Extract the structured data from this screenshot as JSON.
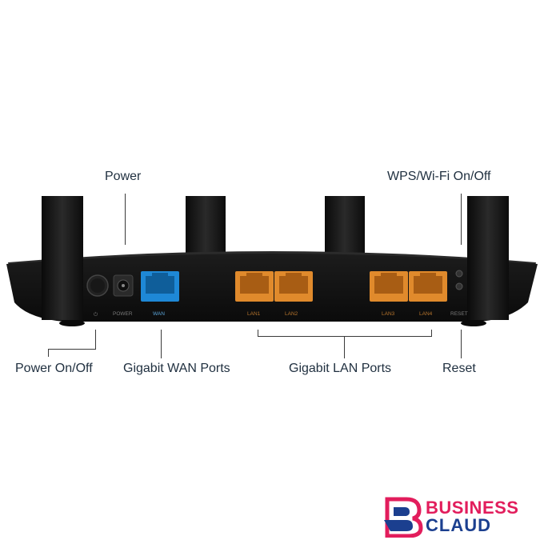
{
  "callouts": {
    "power": "Power",
    "wps_wifi": "WPS/Wi-Fi On/Off",
    "power_onoff": "Power On/Off",
    "gigabit_wan": "Gigabit WAN Ports",
    "gigabit_lan": "Gigabit LAN Ports",
    "reset": "Reset"
  },
  "port_labels": {
    "power_symbol": "⏻",
    "power": "POWER",
    "wan": "WAN",
    "lan1": "LAN1",
    "lan2": "LAN2",
    "lan3": "LAN3",
    "lan4": "LAN4",
    "reset": "RESET"
  },
  "logo": {
    "line1": "BUSINESS",
    "line2": "CLAUD"
  },
  "colors": {
    "wan_port": "#1e88d6",
    "lan_port": "#e08a2c",
    "router_body": "#151515",
    "logo_pink": "#e21d5c",
    "logo_blue": "#1b3f8f"
  }
}
